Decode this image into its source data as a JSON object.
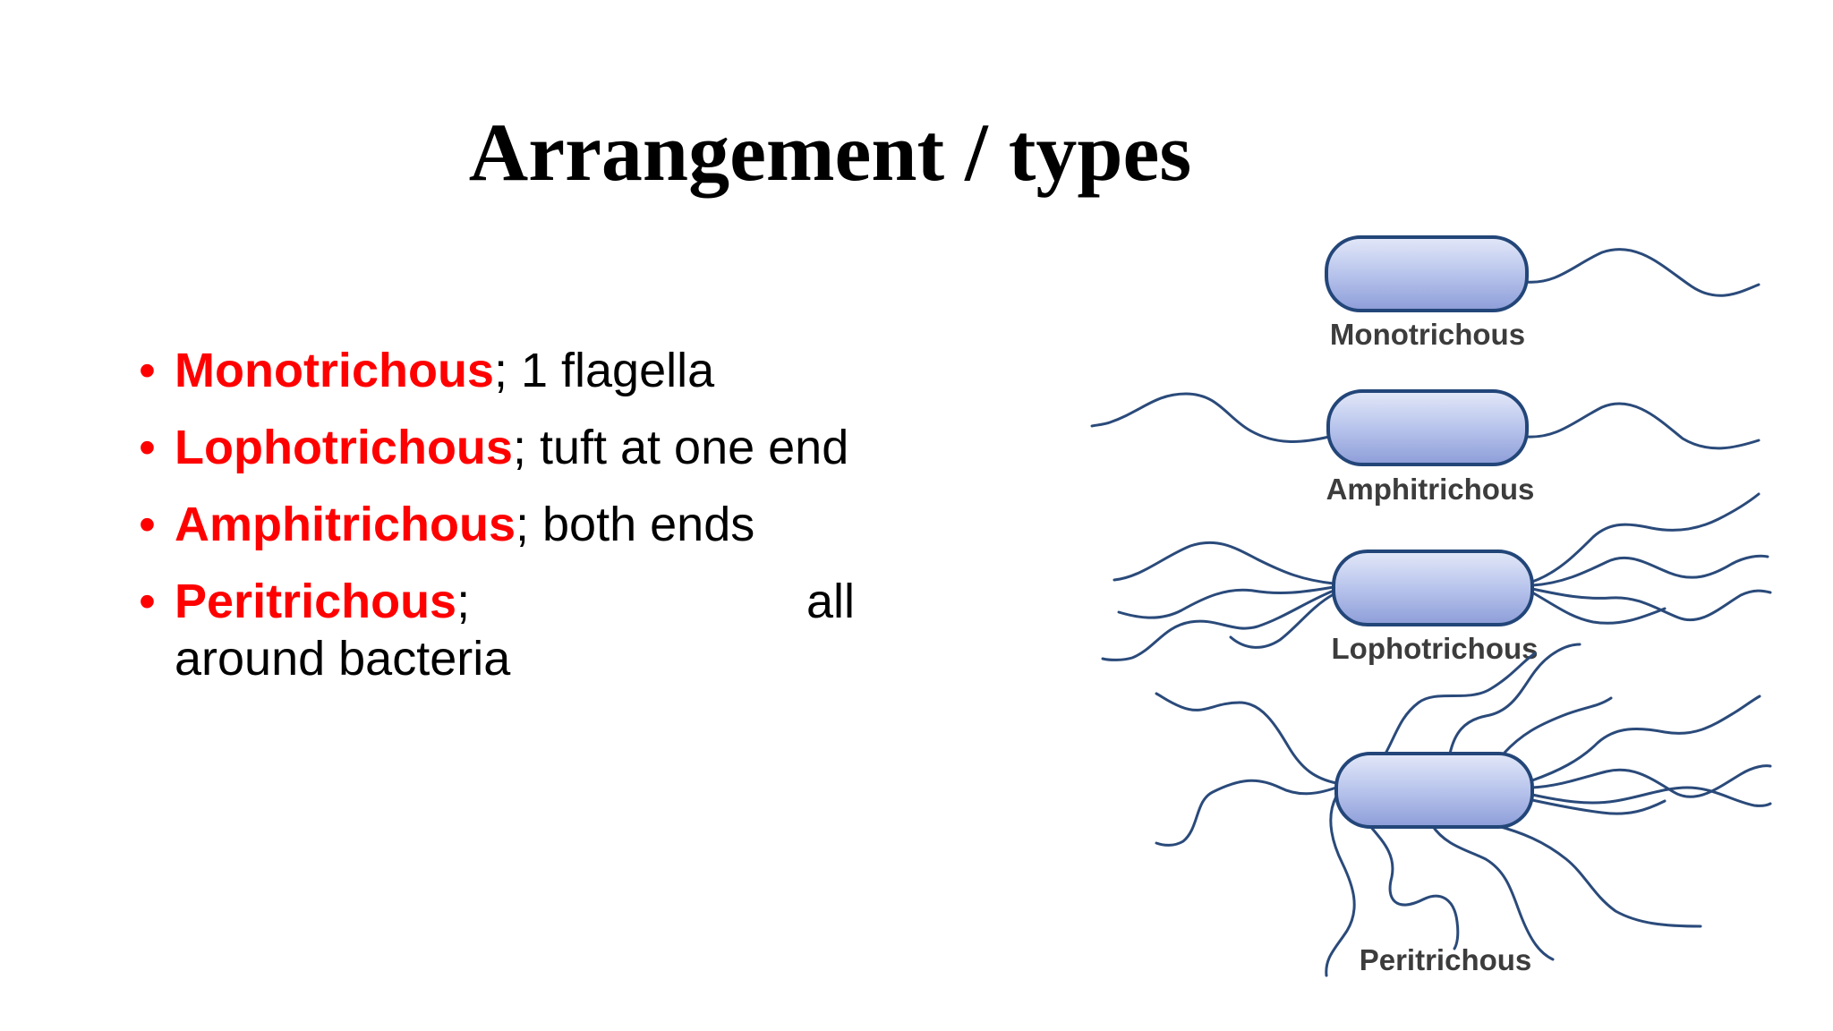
{
  "title": "Arrangement / types",
  "bullets": [
    {
      "term": "Monotrichous",
      "desc": "; 1 flagella"
    },
    {
      "term": "Lophotrichous",
      "desc": "; tuft at one end"
    },
    {
      "term": "Amphitrichous",
      "desc": "; both ends"
    },
    {
      "term": "Peritrichous",
      "desc": ";        all        around bacteria"
    }
  ],
  "diagram": {
    "labels": {
      "monotrichous": "Monotrichous",
      "amphitrichous": "Amphitrichous",
      "lophotrichous": "Lophotrichous",
      "peritrichous": "Peritrichous"
    }
  },
  "colors": {
    "term": "#ff0000",
    "bullet": "#ff0000",
    "cell_fill_top": "#dfe5f7",
    "cell_fill_bottom": "#95a5dc",
    "cell_stroke": "#234679",
    "flagella": "#2a4a7a"
  }
}
